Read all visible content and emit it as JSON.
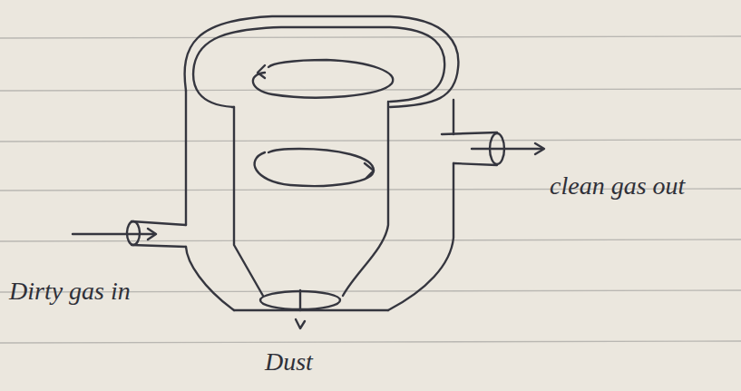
{
  "diagram": {
    "labels": [
      "Dirty gas in",
      "clean gas out",
      "Dust"
    ]
  }
}
